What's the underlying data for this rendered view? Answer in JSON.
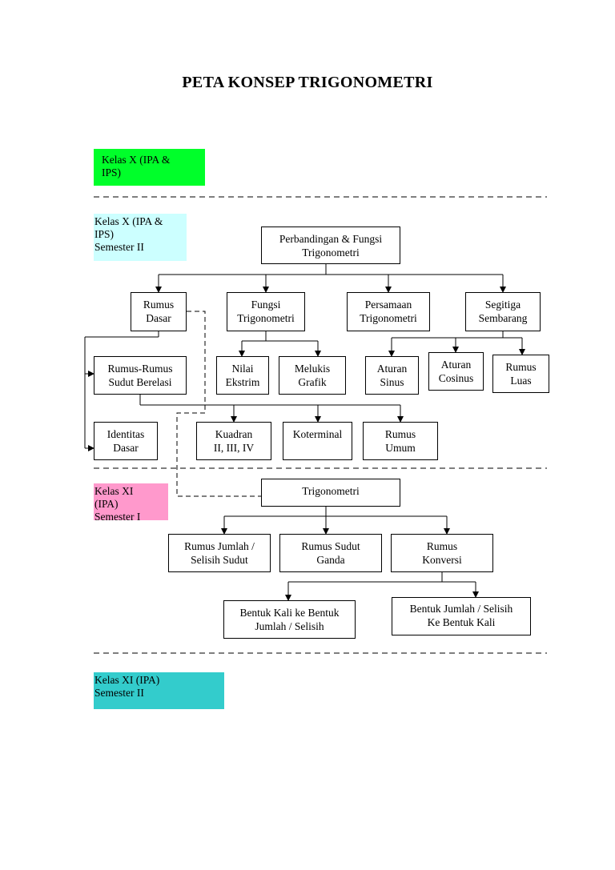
{
  "title": "PETA KONSEP TRIGONOMETRI",
  "colors": {
    "green": "#00ff2a",
    "light_cyan": "#ccffff",
    "pink": "#ff99cc",
    "teal": "#33cccc"
  },
  "levels": {
    "kelas_x_header": "Kelas X (IPA &\nIPS)",
    "kelas_x_sem2": "Kelas X (IPA &\nIPS)\nSemester II",
    "kelas_xi_sem1": "Kelas XI\n(IPA)\nSemester I",
    "kelas_xi_sem2": "Kelas XI (IPA)\nSemester II"
  },
  "nodes": {
    "perbandingan": "Perbandingan & Fungsi\nTrigonometri",
    "rumus_dasar": "Rumus\nDasar",
    "fungsi_trig": "Fungsi\nTrigonometri",
    "persamaan_trig": "Persamaan\nTrigonometri",
    "segitiga": "Segitiga\nSembarang",
    "rumus_rumus": "Rumus-Rumus\nSudut Berelasi",
    "nilai_ekstrim": "Nilai\nEkstrim",
    "melukis_grafik": "Melukis\nGrafik",
    "aturan_sinus": "Aturan\nSinus",
    "aturan_cosinus": "Aturan\nCosinus",
    "rumus_luas": "Rumus\nLuas",
    "identitas_dasar": "Identitas\nDasar",
    "kuadran": "Kuadran\nII, III, IV",
    "koterminal": "Koterminal",
    "rumus_umum": "Rumus\nUmum",
    "trigonometri": "Trigonometri",
    "jumlah_selisih": "Rumus Jumlah /\nSelisih Sudut",
    "sudut_ganda": "Rumus Sudut\nGanda",
    "rumus_konversi": "Rumus\nKonversi",
    "kali_ke_jumlah": "Bentuk Kali ke Bentuk\nJumlah / Selisih",
    "jumlah_ke_kali": "Bentuk Jumlah / Selisih\nKe Bentuk Kali"
  }
}
